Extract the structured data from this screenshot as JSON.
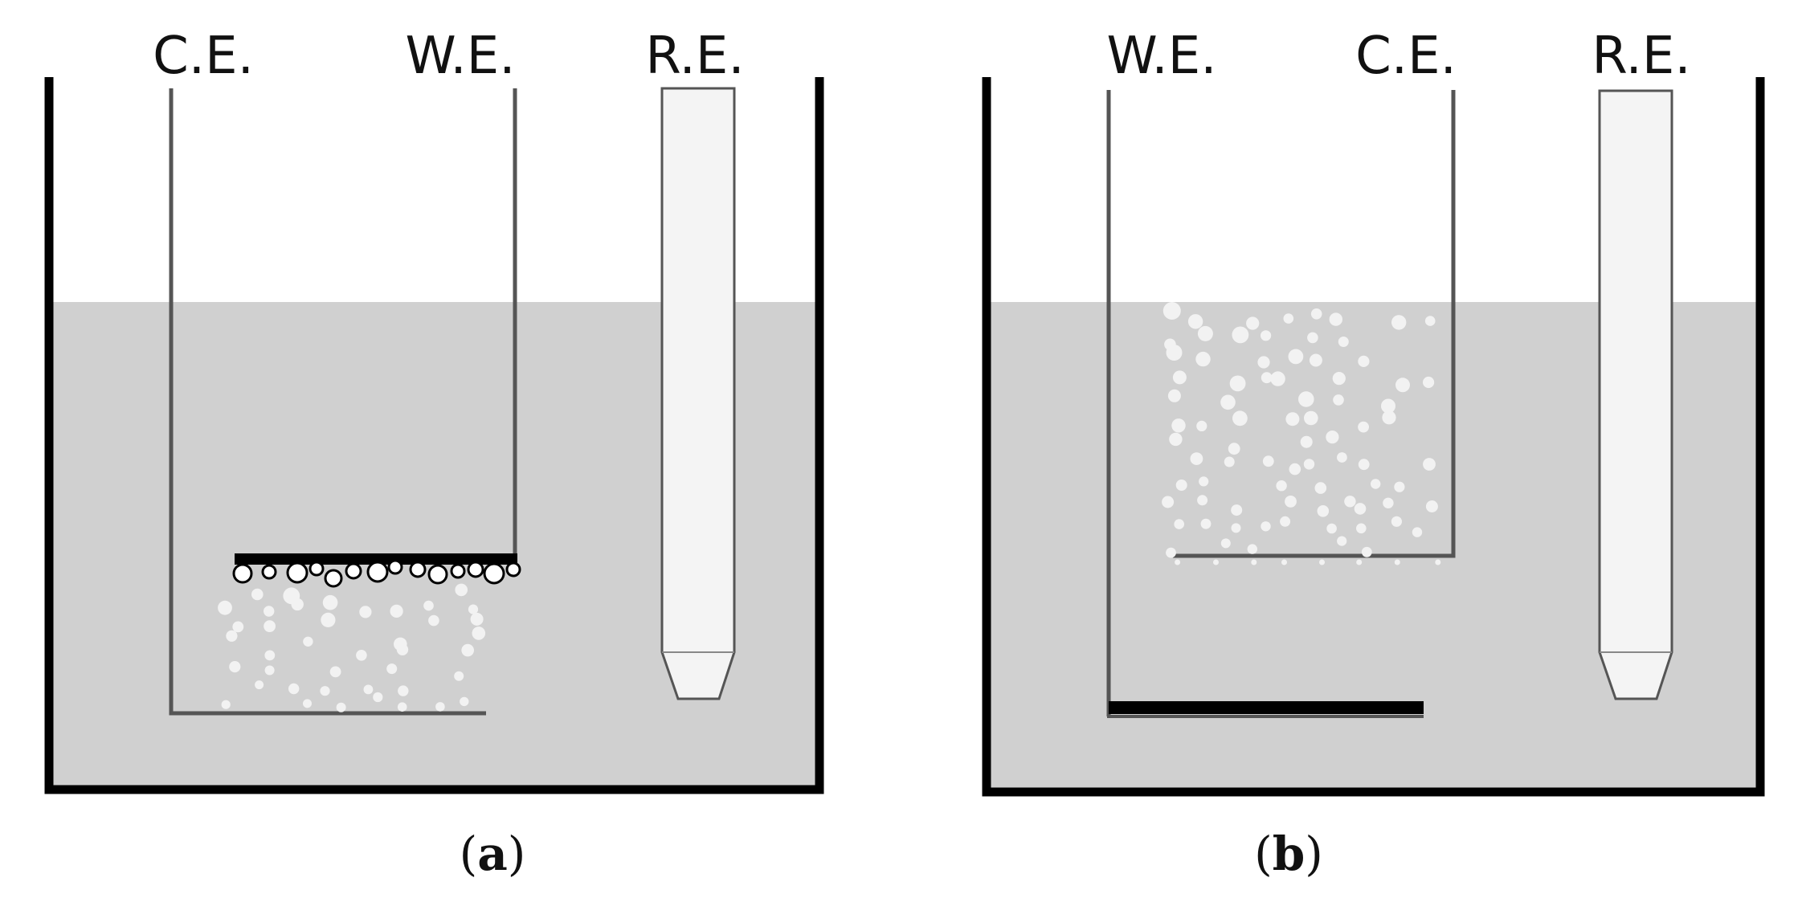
{
  "panels": {
    "a": {
      "labels": {
        "left": "C.E.",
        "middle": "W.E.",
        "right": "R.E."
      },
      "caption": {
        "open": "(",
        "letter": "a",
        "close": ")"
      }
    },
    "b": {
      "labels": {
        "left": "W.E.",
        "middle": "C.E.",
        "right": "R.E."
      },
      "caption": {
        "open": "(",
        "letter": "b",
        "close": ")"
      }
    }
  },
  "colors": {
    "electrolyte": "#d0d0d0",
    "beaker": "#000000",
    "wire": "#555555",
    "electrode_plate": "#000000",
    "bubble": "#f2f2f2",
    "reference_tube": "#f4f4f4"
  }
}
